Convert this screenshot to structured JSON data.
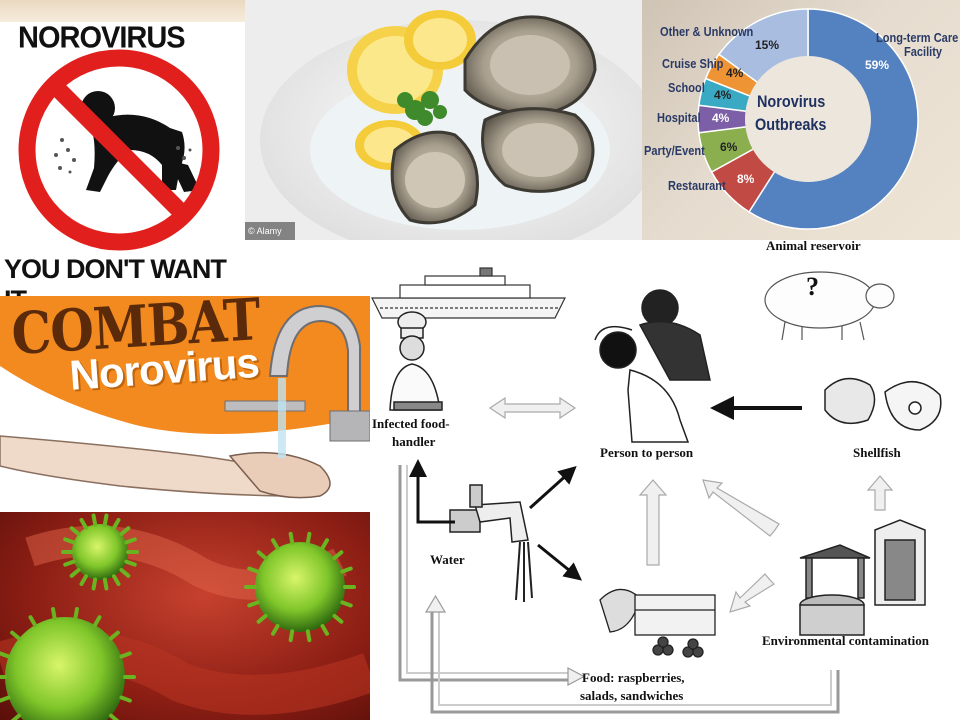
{
  "sign_panel": {
    "top_text": "NOROVIRUS",
    "bottom_text": "YOU DON'T WANT IT",
    "icon": "no-vomiting-sign-icon"
  },
  "oyster_panel": {
    "watermark": "© Alamy",
    "icon": "oysters-lemon-plate-icon"
  },
  "donut_panel": {
    "center_line1": "Norovirus",
    "center_line2": "Outbreaks",
    "slices": [
      {
        "label": "Long-term Care Facility",
        "label_line1": "Long-term Care",
        "label_line2": "Facility",
        "pct": 59,
        "text": "59%",
        "color": "#5481c0"
      },
      {
        "label": "Restaurant",
        "pct": 8,
        "text": "8%",
        "color": "#c24a45"
      },
      {
        "label": "Party/Event",
        "pct": 6,
        "text": "6%",
        "color": "#8bae4e"
      },
      {
        "label": "Hospital",
        "pct": 4,
        "text": "4%",
        "color": "#7c5fa6"
      },
      {
        "label": "School",
        "pct": 4,
        "text": "4%",
        "color": "#3aa9c4"
      },
      {
        "label": "Cruise Ship",
        "pct": 4,
        "text": "4%",
        "color": "#ee9434"
      },
      {
        "label": "Other & Unknown",
        "pct": 15,
        "text": "15%",
        "color": "#a9bde0"
      }
    ]
  },
  "combat_panel": {
    "line1": "COMBAT",
    "line2": "Norovirus",
    "icon": "handwashing-faucet-icon"
  },
  "virus_panel": {
    "icon": "green-virus-particles-icon"
  },
  "diagram": {
    "labels": {
      "animal_reservoir": "Animal reservoir",
      "question_mark": "?",
      "infected_line1": "Infected food-",
      "infected_line2": "handler",
      "person_to_person": "Person to person",
      "shellfish": "Shellfish",
      "water": "Water",
      "food_line1": "Food: raspberries,",
      "food_line2": "salads, sandwiches",
      "environmental": "Environmental contamination"
    }
  }
}
